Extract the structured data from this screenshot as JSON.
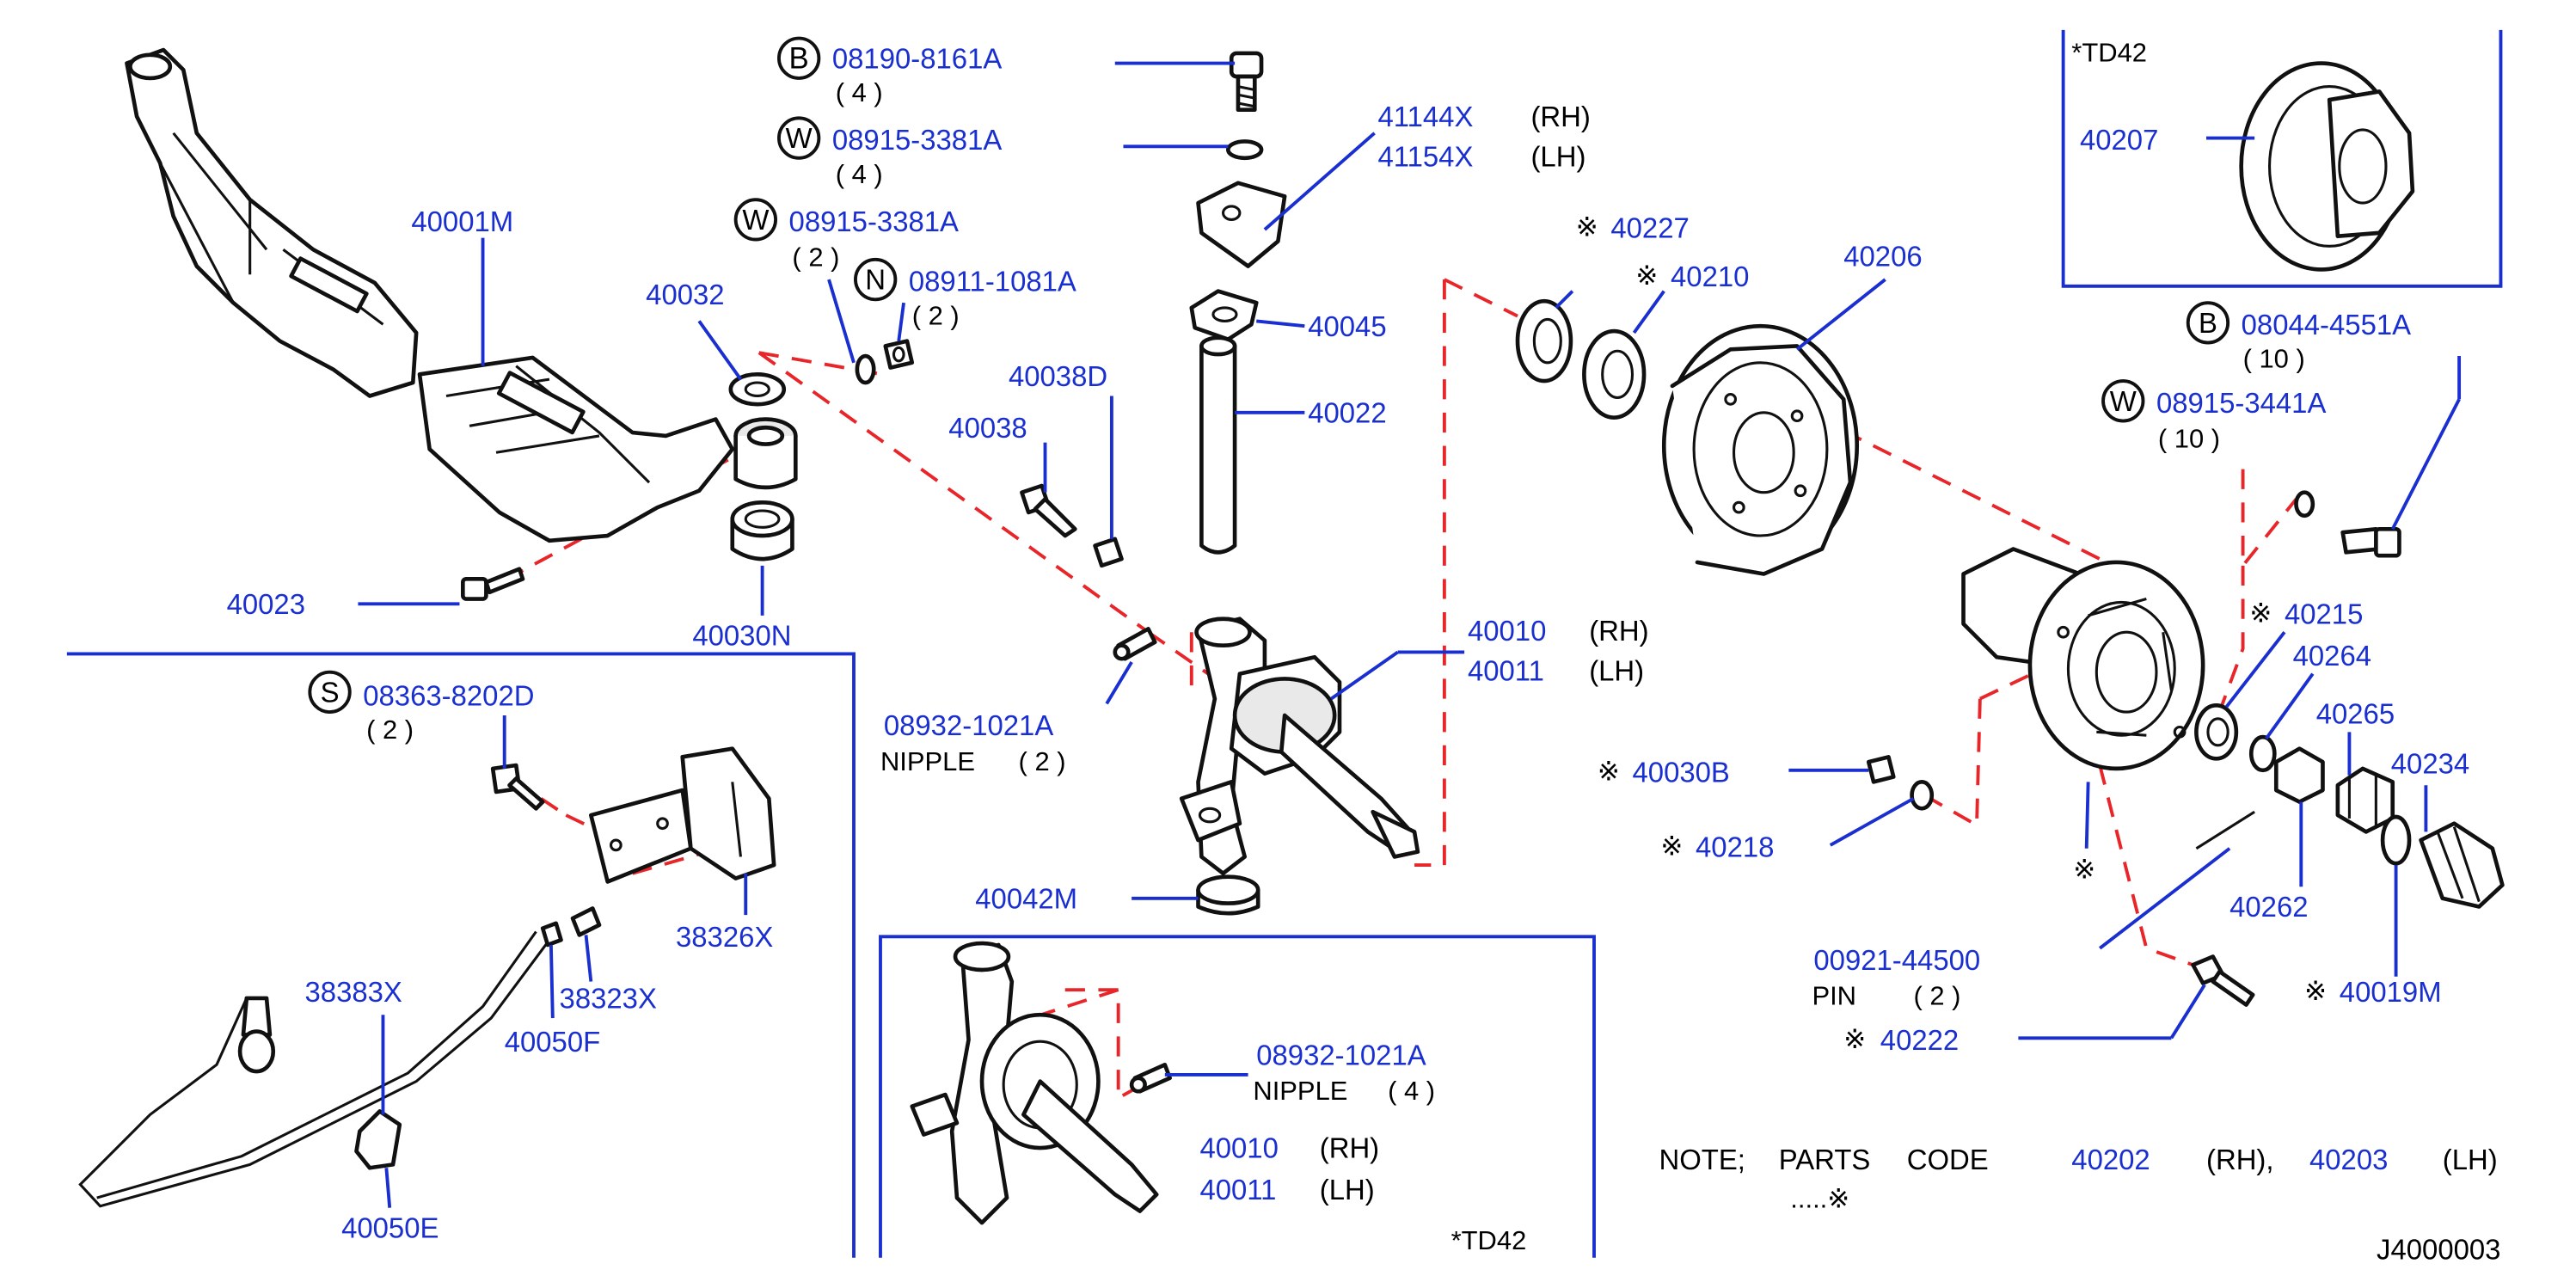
{
  "colors": {
    "part_label": "#1a2fd0",
    "text": "#000000",
    "assembly_dash": "#e8262a",
    "frame": "#1a2fd0",
    "drawing": "#111111"
  },
  "labels": {
    "b_bolt": {
      "letter": "B",
      "code": "08190-8161A",
      "qty": "( 4 )"
    },
    "w_washer1": {
      "letter": "W",
      "code": "08915-3381A",
      "qty": "( 4 )"
    },
    "w_washer2": {
      "letter": "W",
      "code": "08915-3381A",
      "qty": "( 2 )"
    },
    "n_nut": {
      "letter": "N",
      "code": "08911-1081A",
      "qty": "( 2 )"
    },
    "rh_41144x": {
      "code": "41144X",
      "side": "(RH)"
    },
    "lh_41154x": {
      "code": "41154X",
      "side": "(LH)"
    },
    "p40001m": "40001M",
    "p40032": "40032",
    "p40023": "40023",
    "p40030n": "40030N",
    "p40045": "40045",
    "p40022": "40022",
    "p40038d": "40038D",
    "p40038": "40038",
    "rh_40010": {
      "code": "40010",
      "side": "(RH)"
    },
    "lh_40011": {
      "code": "40011",
      "side": "(LH)"
    },
    "nipple1": {
      "code": "08932-1021A",
      "name": "NIPPLE",
      "qty": "( 2 )"
    },
    "p40042m": "40042M",
    "s_bolt": {
      "letter": "S",
      "code": "08363-8202D",
      "qty": "( 2 )"
    },
    "p38326x": "38326X",
    "p38383x": "38383X",
    "p38323x": "38323X",
    "p40050f": "40050F",
    "p40050e": "40050E",
    "p40227": "40227",
    "p40210": "40210",
    "p40206": "40206",
    "p40030b": "40030B",
    "p40218": "40218",
    "td42_top": "*TD42",
    "p40207": "40207",
    "b_hub_bolt": {
      "letter": "B",
      "code": "08044-4551A",
      "qty": "( 10 )"
    },
    "w_hub_washer": {
      "letter": "W",
      "code": "08915-3441A",
      "qty": "( 10 )"
    },
    "p40215": "40215",
    "p40264": "40264",
    "p40265": "40265",
    "p40234": "40234",
    "p40262": "40262",
    "p40019m": "40019M",
    "pin": {
      "code": "00921-44500",
      "name": "PIN",
      "qty": "( 2 )"
    },
    "p40222": "40222",
    "asterisk": "※",
    "nipple2": {
      "code": "08932-1021A",
      "name": "NIPPLE",
      "qty": "( 4 )"
    },
    "rh_40010_b": {
      "code": "40010",
      "side": "(RH)"
    },
    "lh_40011_b": {
      "code": "40011",
      "side": "(LH)"
    },
    "td42_bottom": "*TD42",
    "note": {
      "prefix": "NOTE;",
      "w1": "PARTS",
      "w2": "CODE",
      "code_rh": "40202",
      "side_rh": "(RH),",
      "code_lh": "40203",
      "side_lh": "(LH)",
      "mark": ".....※"
    },
    "diagram_id": "J4000003"
  }
}
